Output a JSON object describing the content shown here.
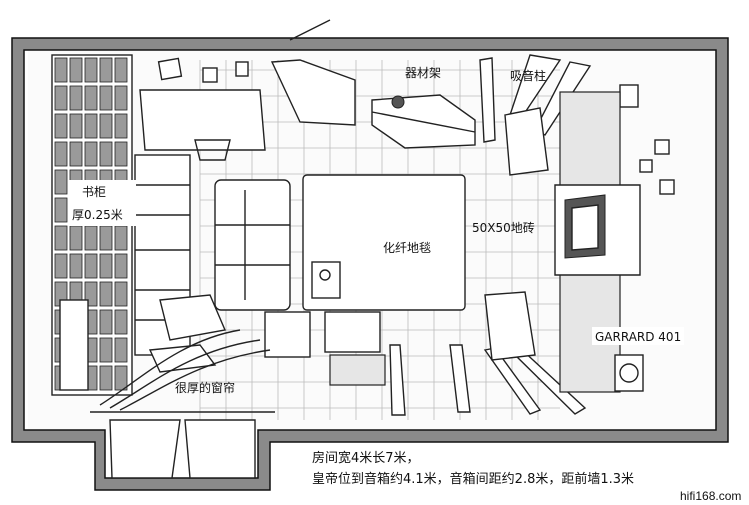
{
  "labels": {
    "equipment_rack": "器材架",
    "absorber": "吸音柱",
    "bookcase_line1": "书柜",
    "bookcase_line2": "厚0.25米",
    "carpet": "化纤地毯",
    "tiles": "50X50地砖",
    "turntable": "GARRARD 401",
    "curtain": "很厚的窗帘"
  },
  "caption": {
    "line1": "房间宽4米长7米，",
    "line2": "皇帝位到音箱约4.1米，音箱间距约2.8米，距前墙1.3米"
  },
  "watermark": "hifi168.com"
}
